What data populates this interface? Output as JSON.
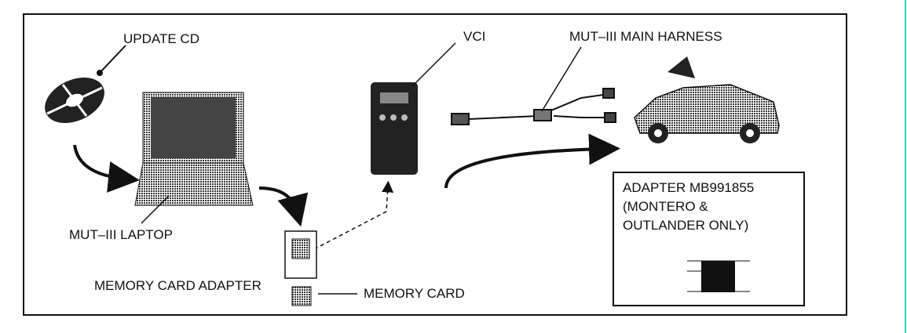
{
  "labels": {
    "update_cd": "UPDATE CD",
    "vci": "VCI",
    "main_harness": "MUT–III MAIN HARNESS",
    "laptop": "MUT–III LAPTOP",
    "memory_card_adapter": "MEMORY CARD ADAPTER",
    "memory_card": "MEMORY CARD"
  },
  "adapter_box": {
    "line1": "ADAPTER MB991855",
    "line2": "(MONTERO &",
    "line3": "OUTLANDER ONLY)"
  },
  "colors": {
    "ink": "#111111",
    "edge_line": "#00e5ff"
  }
}
